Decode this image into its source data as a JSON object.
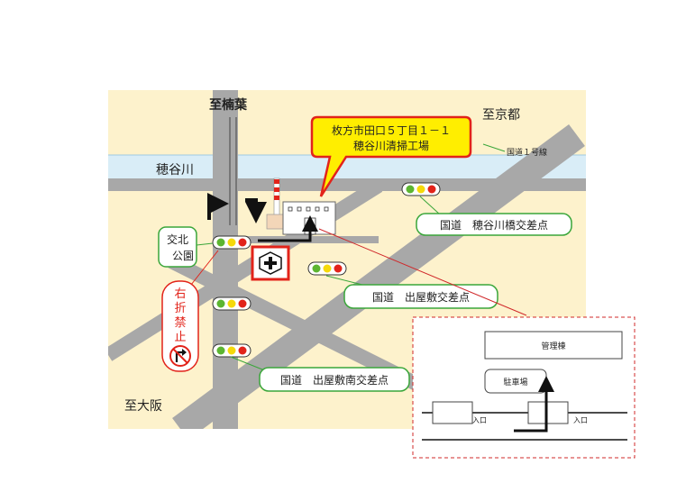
{
  "directions": {
    "north": "至楠葉",
    "east": "至京都",
    "south": "至大阪"
  },
  "river": "穂谷川",
  "route_label": "国道１号線",
  "callout": {
    "line1": "枚方市田口５丁目１－１",
    "line2": "穂谷川清掃工場"
  },
  "park": {
    "line1": "交北",
    "line2": "公園"
  },
  "no_right_turn": [
    "右",
    "折",
    "禁",
    "止"
  ],
  "intersections": [
    "国道　穂谷川橋交差点",
    "国道　出屋敷交差点",
    "国道　出屋敷南交差点"
  ],
  "inset": {
    "admin_building": "管理棟",
    "parking": "駐車場",
    "entrance1": "入口",
    "entrance2": "入口"
  },
  "colors": {
    "background": "#fdf2cc",
    "road": "#a8a8a8",
    "river": "#d9edf7",
    "callout": "#ffee00",
    "label_border": "#3aa63a",
    "prohibition": "#e2231a",
    "inset_border": "#d0282a",
    "signal_green": "#5cb531",
    "signal_yellow": "#f5d90a",
    "signal_red": "#e2231a"
  },
  "icons": [
    "police-cross-icon",
    "no-right-turn-icon",
    "right-turn-arrow-icon",
    "traffic-signal-icon"
  ]
}
